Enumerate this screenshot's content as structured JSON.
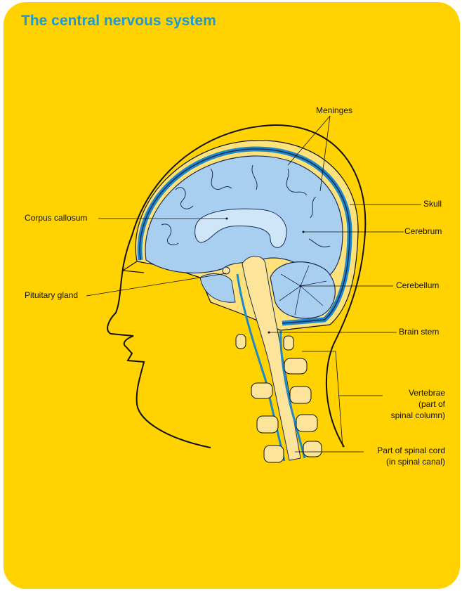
{
  "title": "The central nervous system",
  "labels": {
    "meninges": "Meninges",
    "skull": "Skull",
    "cerebrum": "Cerebrum",
    "cerebellum": "Cerebellum",
    "brain_stem": "Brain stem",
    "vertebrae": [
      "Vertebrae",
      "(part of",
      "spinal column)"
    ],
    "spinal_cord": [
      "Part of spinal cord",
      "(in spinal canal)"
    ],
    "corpus_callosum": "Corpus callosum",
    "pituitary": "Pituitary gland"
  },
  "colors": {
    "background": "#FFD200",
    "title": "#1A9AD6",
    "brain": "#A9CFF0",
    "meninges": "#1E88C8",
    "cord": "#FCE49A"
  }
}
